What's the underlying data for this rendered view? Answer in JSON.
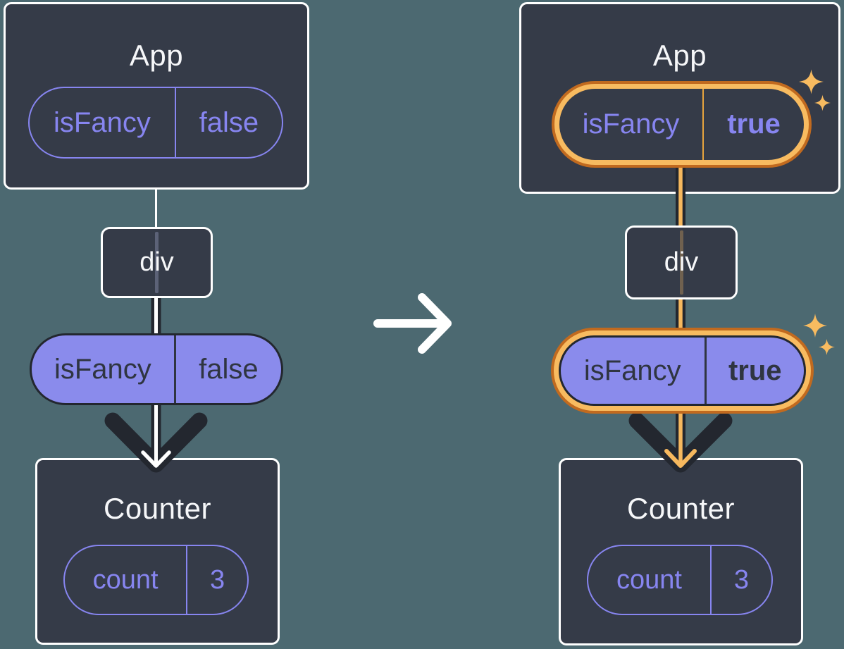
{
  "colors": {
    "background": "#4C6971",
    "card": "#353B48",
    "card_border": "#FFFFFF",
    "purple": "#8785F0",
    "purple_fill": "#8A8BEC",
    "dark": "#23272F",
    "pill_text_dark": "#2F3541",
    "orange_outer": "#C16A1F",
    "orange_inner": "#F8BB60",
    "orange_divider": "#E8A43D",
    "orange_line": "#F6B85E",
    "white": "#FFFFFF"
  },
  "icons": {
    "middle": "arrow-right-icon",
    "highlight": "sparkle-icon"
  },
  "before": {
    "app": {
      "title": "App",
      "prop_name": "isFancy",
      "prop_value": "false"
    },
    "div_label": "div",
    "prop_pill": {
      "name": "isFancy",
      "value": "false"
    },
    "counter": {
      "title": "Counter",
      "state_name": "count",
      "state_value": "3"
    }
  },
  "after": {
    "app": {
      "title": "App",
      "prop_name": "isFancy",
      "prop_value": "true"
    },
    "div_label": "div",
    "prop_pill": {
      "name": "isFancy",
      "value": "true"
    },
    "counter": {
      "title": "Counter",
      "state_name": "count",
      "state_value": "3"
    }
  }
}
